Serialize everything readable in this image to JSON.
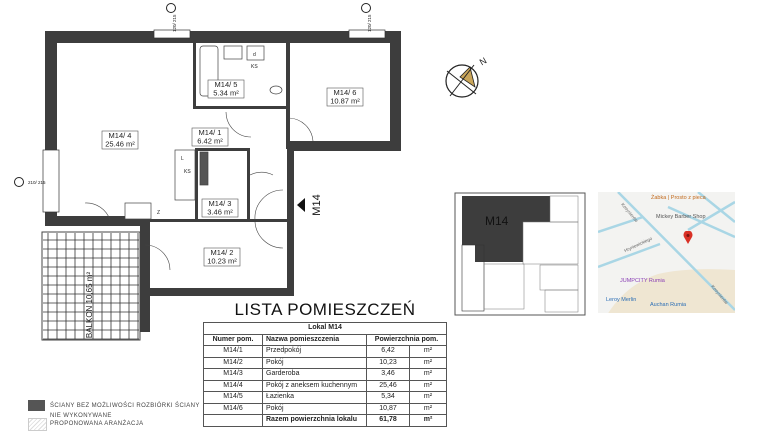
{
  "plan": {
    "rooms": [
      {
        "id": "M14/ 4",
        "area": "25.46 m²"
      },
      {
        "id": "M14/ 5",
        "area": "5.34 m²"
      },
      {
        "id": "M14/ 6",
        "area": "10.87 m²"
      },
      {
        "id": "M14/ 1",
        "area": "6.42 m²"
      },
      {
        "id": "M14/ 3",
        "area": "3.46 m²"
      },
      {
        "id": "M14/ 2",
        "area": "10.23 m²"
      }
    ],
    "balcony": "BALKON 10,65 m²",
    "entrance_label": "M14",
    "window_marks": [
      "210/ 215",
      "120/ 215",
      "120/ 215"
    ],
    "fixture_marks": [
      "KS",
      "KS",
      "L",
      "Z",
      "d"
    ],
    "compass_letter": "N",
    "wall_color": "#3d3d3d",
    "compass_color": "#c9a55a"
  },
  "mini_plan": {
    "label": "M14"
  },
  "list": {
    "title": "LISTA POMIESZCZEŃ",
    "lokal": "Lokal M14",
    "headers": [
      "Numer pom.",
      "Nazwa pomieszczenia",
      "Powierzchnia pom."
    ],
    "rows": [
      {
        "num": "M14/1",
        "name": "Przedpokój",
        "area": "6,42",
        "unit": "m²"
      },
      {
        "num": "M14/2",
        "name": "Pokój",
        "area": "10,23",
        "unit": "m²"
      },
      {
        "num": "M14/3",
        "name": "Garderoba",
        "area": "3,46",
        "unit": "m²"
      },
      {
        "num": "M14/4",
        "name": "Pokój z aneksem kuchennym",
        "area": "25,46",
        "unit": "m²"
      },
      {
        "num": "M14/5",
        "name": "Łazienka",
        "area": "5,34",
        "unit": "m²"
      },
      {
        "num": "M14/6",
        "name": "Pokój",
        "area": "10,87",
        "unit": "m²"
      }
    ],
    "total": {
      "label": "Razem powierzchnia lokalu",
      "area": "61,78",
      "unit": "m²"
    }
  },
  "legend": {
    "walls": "ŚCIANY BEZ MOŻLIWOŚCI ROZBIÓRKI ŚCIANY",
    "not_built": "NIE WYKONYWANE",
    "proposed": "PROPONOWANA ARANŻACJA"
  },
  "map": {
    "places": [
      "Żabka | Prosto z pieca",
      "Mickey Barber Shop",
      "JUMPCITY Rumia",
      "Leroy Merlin",
      "Auchan Rumia"
    ],
    "streets": [
      "Kosynierów",
      "Hryniewickiego",
      "Kosynierów"
    ],
    "pin_color": "#d93025"
  }
}
